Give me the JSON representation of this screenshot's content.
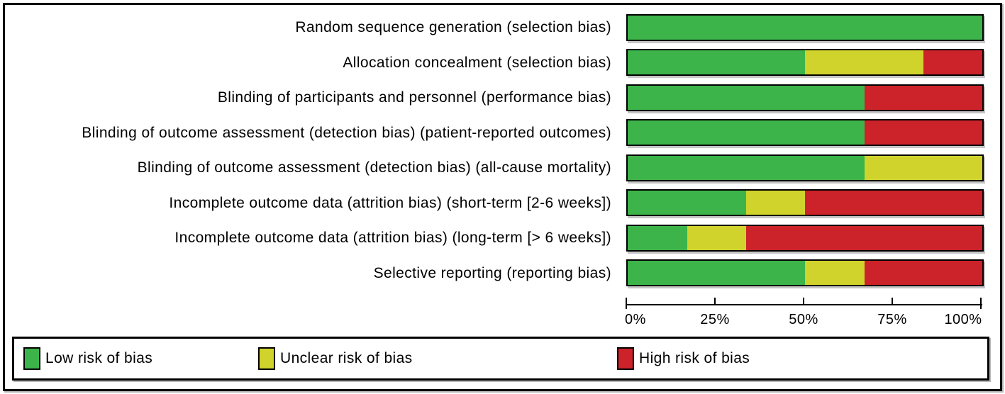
{
  "chart_data": {
    "type": "bar",
    "orientation": "horizontal-stacked",
    "title": "",
    "xlabel": "",
    "ylabel": "",
    "xlim": [
      0,
      100
    ],
    "grid": false,
    "legend_position": "bottom",
    "categories": [
      "Random sequence generation (selection bias)",
      "Allocation concealment (selection bias)",
      "Blinding of participants and personnel (performance bias)",
      "Blinding of outcome assessment (detection bias) (patient-reported outcomes)",
      "Blinding of outcome assessment (detection bias) (all-cause mortality)",
      "Incomplete outcome data (attrition bias) (short-term [2-6 weeks])",
      "Incomplete outcome data (attrition bias) (long-term [> 6 weeks])",
      "Selective reporting (reporting bias)"
    ],
    "series": [
      {
        "name": "Low risk of bias",
        "key": "low",
        "color": "#3cb44a",
        "values": [
          100,
          50,
          66.7,
          66.7,
          66.7,
          33.3,
          16.7,
          50
        ]
      },
      {
        "name": "Unclear risk of bias",
        "key": "unclear",
        "color": "#d1d32d",
        "values": [
          0,
          33.3,
          0,
          0,
          33.3,
          16.7,
          16.7,
          16.7
        ]
      },
      {
        "name": "High risk of bias",
        "key": "high",
        "color": "#cc2229",
        "values": [
          0,
          16.7,
          33.3,
          33.3,
          0,
          50,
          66.7,
          33.3
        ]
      }
    ],
    "x_ticks": [
      "0%",
      "25%",
      "50%",
      "75%",
      "100%"
    ],
    "x_tick_values": [
      0,
      25,
      50,
      75,
      100
    ]
  }
}
